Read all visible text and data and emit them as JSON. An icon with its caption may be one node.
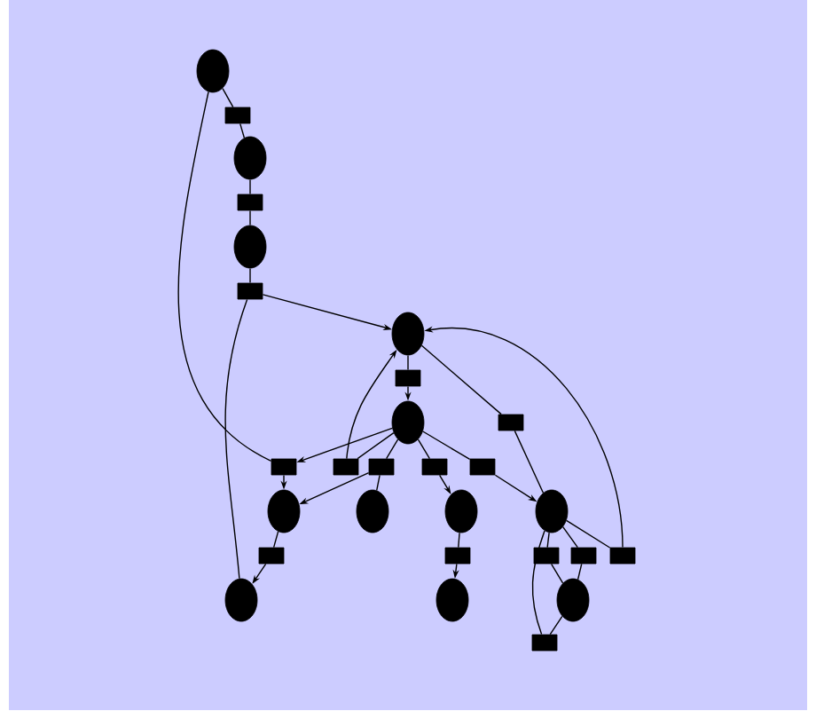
{
  "diagram": {
    "nodes": [
      {
        "text": [],
        "shape": "ellipse"
      },
      {
        "text": [],
        "shape": "box"
      },
      {
        "text": [],
        "shape": "ellipse"
      },
      {
        "text": [],
        "shape": "box"
      },
      {
        "text": [],
        "shape": "ellipse"
      },
      {
        "text": [],
        "shape": "box"
      },
      {
        "text": [],
        "shape": "ellipse"
      },
      {
        "text": [],
        "shape": "box"
      },
      {
        "text": [],
        "shape": "ellipse"
      },
      {
        "text": [],
        "shape": "box"
      },
      {
        "text": [],
        "shape": "box"
      },
      {
        "text": [],
        "shape": "box"
      },
      {
        "text": [],
        "shape": "box"
      },
      {
        "text": [],
        "shape": "box"
      },
      {
        "text": [],
        "shape": "box"
      },
      {
        "text": [],
        "shape": "ellipse"
      },
      {
        "text": [],
        "shape": "ellipse"
      },
      {
        "text": [],
        "shape": "ellipse"
      },
      {
        "text": [],
        "shape": "ellipse"
      },
      {
        "text": [],
        "shape": "box"
      },
      {
        "text": [],
        "shape": "box"
      },
      {
        "text": [],
        "shape": "box"
      },
      {
        "text": [],
        "shape": "box"
      },
      {
        "text": [],
        "shape": "box"
      },
      {
        "text": [],
        "shape": "ellipse"
      },
      {
        "text": [],
        "shape": "ellipse"
      },
      {
        "text": [],
        "shape": "ellipse"
      },
      {
        "text": [],
        "shape": "box"
      }
    ],
    "edges": [
      {
        "from": 0,
        "to": 1,
        "arrow": "none"
      },
      {
        "from": 1,
        "to": 2,
        "arrow": "none"
      },
      {
        "from": 2,
        "to": 3,
        "arrow": "none"
      },
      {
        "from": 3,
        "to": 4,
        "arrow": "none"
      },
      {
        "from": 4,
        "to": 5,
        "arrow": "none"
      },
      {
        "from": 5,
        "to": 6,
        "arrow": "to"
      },
      {
        "from": 5,
        "to": 24,
        "arrow": "none"
      },
      {
        "from": 0,
        "to": 10,
        "arrow": "none"
      },
      {
        "from": 6,
        "to": 7,
        "arrow": "none"
      },
      {
        "from": 7,
        "to": 8,
        "arrow": "to"
      },
      {
        "from": 6,
        "to": 9,
        "arrow": "none"
      },
      {
        "from": 9,
        "to": 18,
        "arrow": "none"
      },
      {
        "from": 8,
        "to": 10,
        "arrow": "to"
      },
      {
        "from": 10,
        "to": 15,
        "arrow": "to"
      },
      {
        "from": 15,
        "to": 19,
        "arrow": "none"
      },
      {
        "from": 19,
        "to": 24,
        "arrow": "to"
      },
      {
        "from": 8,
        "to": 11,
        "arrow": "none"
      },
      {
        "from": 11,
        "to": 6,
        "arrow": "to"
      },
      {
        "from": 8,
        "to": 12,
        "arrow": "none"
      },
      {
        "from": 12,
        "to": 16,
        "arrow": "none"
      },
      {
        "from": 12,
        "to": 15,
        "arrow": "to"
      },
      {
        "from": 8,
        "to": 13,
        "arrow": "none"
      },
      {
        "from": 13,
        "to": 17,
        "arrow": "to"
      },
      {
        "from": 17,
        "to": 20,
        "arrow": "none"
      },
      {
        "from": 20,
        "to": 25,
        "arrow": "to"
      },
      {
        "from": 8,
        "to": 14,
        "arrow": "none"
      },
      {
        "from": 14,
        "to": 18,
        "arrow": "to"
      },
      {
        "from": 18,
        "to": 21,
        "arrow": "none"
      },
      {
        "from": 21,
        "to": 26,
        "arrow": "none"
      },
      {
        "from": 18,
        "to": 22,
        "arrow": "none"
      },
      {
        "from": 22,
        "to": 26,
        "arrow": "none"
      },
      {
        "from": 18,
        "to": 23,
        "arrow": "none"
      },
      {
        "from": 23,
        "to": 6,
        "arrow": "to"
      },
      {
        "from": 18,
        "to": 27,
        "arrow": "none"
      },
      {
        "from": 27,
        "to": 26,
        "arrow": "none"
      }
    ]
  }
}
